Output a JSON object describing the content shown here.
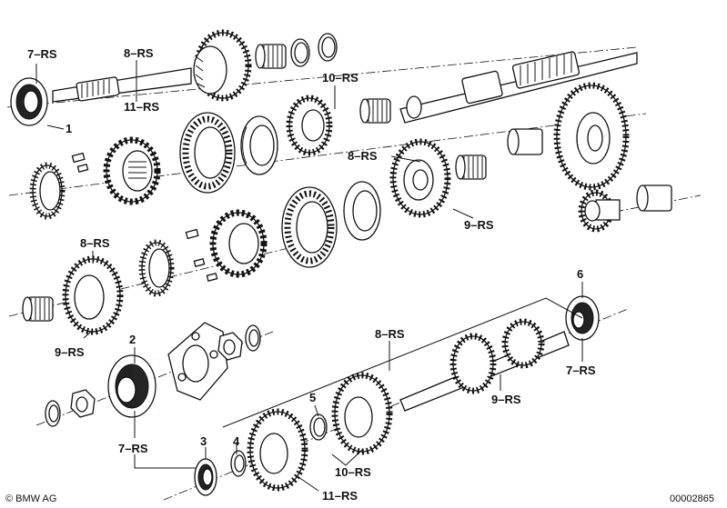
{
  "labels": {
    "l_1": "1",
    "l_2": "2",
    "l_3": "3",
    "l_4": "4",
    "l_5": "5",
    "l_6": "6",
    "l_7rs_a": "7–RS",
    "l_8rs_a": "8–RS",
    "l_11rs_a": "11–RS",
    "l_10rs_a": "10–RS",
    "l_8rs_b": "8–RS",
    "l_9rs_a": "9–RS",
    "l_8rs_c": "8–RS",
    "l_9rs_b": "9–RS",
    "l_8rs_d": "8–RS",
    "l_7rs_b": "7–RS",
    "l_9rs_c": "9–RS",
    "l_7rs_c": "7–RS",
    "l_10rs_b": "10–RS",
    "l_11rs_b": "11–RS"
  },
  "footer": {
    "copyright": "© BMW AG",
    "code": "00002865"
  },
  "colors": {
    "ink": "#111111",
    "paper": "#ffffff"
  }
}
